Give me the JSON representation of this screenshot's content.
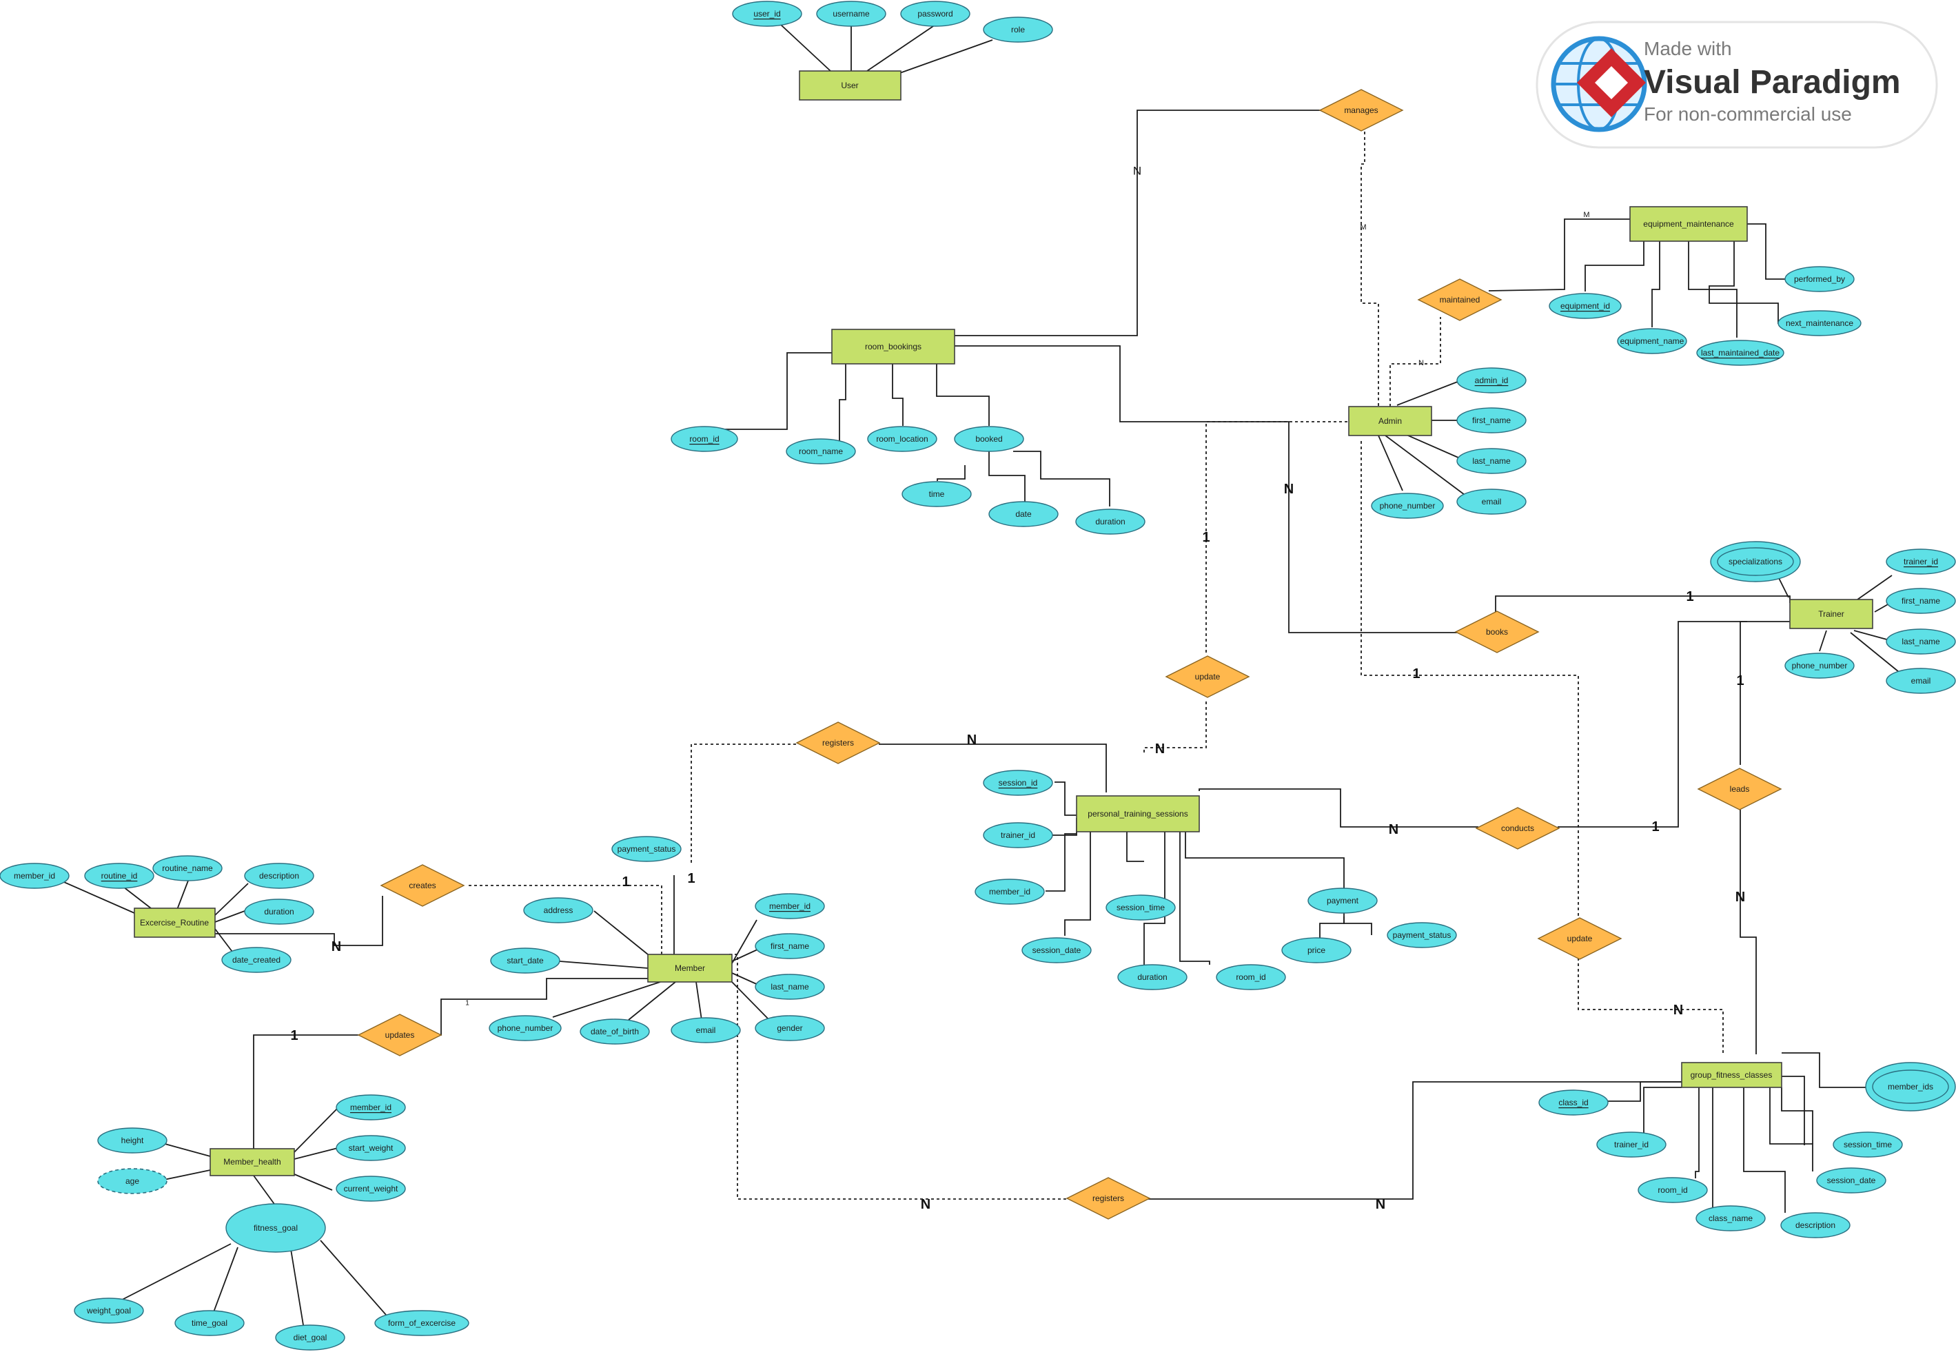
{
  "watermark": {
    "line1": "Made with",
    "line2": "Visual Paradigm",
    "line3": "For non-commercial use"
  },
  "entities": {
    "user": "User",
    "room_bookings": "room_bookings",
    "admin": "Admin",
    "equipment_maintenance": "equipment_maintenance",
    "trainer": "Trainer",
    "personal_training_sessions": "personal_training_sessions",
    "member": "Member",
    "exercise_routine": "Excercise_Routine",
    "member_health": "Member_health",
    "group_fitness_classes": "group_fitness_classes"
  },
  "relationships": {
    "manages": "manages",
    "maintained": "maintained",
    "books": "books",
    "update_admin": "update",
    "registers_pt": "registers",
    "conducts": "conducts",
    "leads": "leads",
    "update_group": "update",
    "creates": "creates",
    "updates": "updates",
    "registers_group": "registers"
  },
  "attributes": {
    "user": {
      "user_id": "user_id",
      "username": "username",
      "password": "password",
      "role": "role"
    },
    "room_bookings": {
      "room_id": "room_id",
      "room_name": "room_name",
      "room_location": "room_location",
      "booked": "booked",
      "time": "time",
      "date": "date",
      "duration": "duration"
    },
    "admin": {
      "admin_id": "admin_id",
      "first_name": "first_name",
      "last_name": "last_name",
      "email": "email",
      "phone_number": "phone_number"
    },
    "equipment_maintenance": {
      "performed_by": "performed_by",
      "equipment_id": "equipment_id",
      "equipment_name": "equipment_name",
      "last_maintained_date": "last_maintained_date",
      "next_maintenance": "next_maintenance"
    },
    "trainer": {
      "specializations": "specializations",
      "trainer_id": "trainer_id",
      "first_name": "first_name",
      "last_name": "last_name",
      "email": "email",
      "phone_number": "phone_number"
    },
    "personal_training_sessions": {
      "session_id": "session_id",
      "trainer_id": "trainer_id",
      "member_id": "member_id",
      "session_date": "session_date",
      "session_time": "session_time",
      "duration": "duration",
      "room_id": "room_id",
      "payment": "payment",
      "price": "price",
      "payment_status": "payment_status"
    },
    "member": {
      "payment_status": "payment_status",
      "address": "address",
      "start_date": "start_date",
      "member_id": "member_id",
      "first_name": "first_name",
      "last_name": "last_name",
      "gender": "gender",
      "email": "email",
      "date_of_birth": "date_of_birth",
      "phone_number": "phone_number"
    },
    "exercise_routine": {
      "member_id": "member_id",
      "routine_id": "routine_id",
      "routine_name": "routine_name",
      "description": "description",
      "duration": "duration",
      "date_created": "date_created"
    },
    "member_health": {
      "height": "height",
      "age": "age",
      "member_id": "member_id",
      "start_weight": "start_weight",
      "current_weight": "current_weight",
      "fitness_goal": "fitness_goal",
      "weight_goal": "weight_goal",
      "time_goal": "time_goal",
      "diet_goal": "diet_goal",
      "form_of_excercise": "form_of_excercise"
    },
    "group_fitness_classes": {
      "class_id": "class_id",
      "trainer_id": "trainer_id",
      "room_id": "room_id",
      "class_name": "class_name",
      "description": "description",
      "session_date": "session_date",
      "session_time": "session_time",
      "member_ids": "member_ids"
    }
  },
  "cardinalities": {
    "manages_rooms": "N",
    "manages_admin": "M",
    "maintained_admin": "N",
    "maintained_equipment": "M",
    "books_rooms": "N",
    "books_trainer": "1",
    "update_admin_side": "1",
    "update_pt_side": "N",
    "registers_pt_side": "N",
    "registers_member_side": "1",
    "conducts_pt_side": "N",
    "conducts_trainer_side": "1",
    "leads_trainer_side": "1",
    "leads_group_side": "N",
    "update_group_admin_side": "1",
    "update_group_group_side": "N",
    "creates_member_side": "1",
    "creates_routine_side": "N",
    "updates_health_side": "1",
    "updates_member_side": "1",
    "registers_group_member_side": "N",
    "registers_group_class_side": "N"
  }
}
